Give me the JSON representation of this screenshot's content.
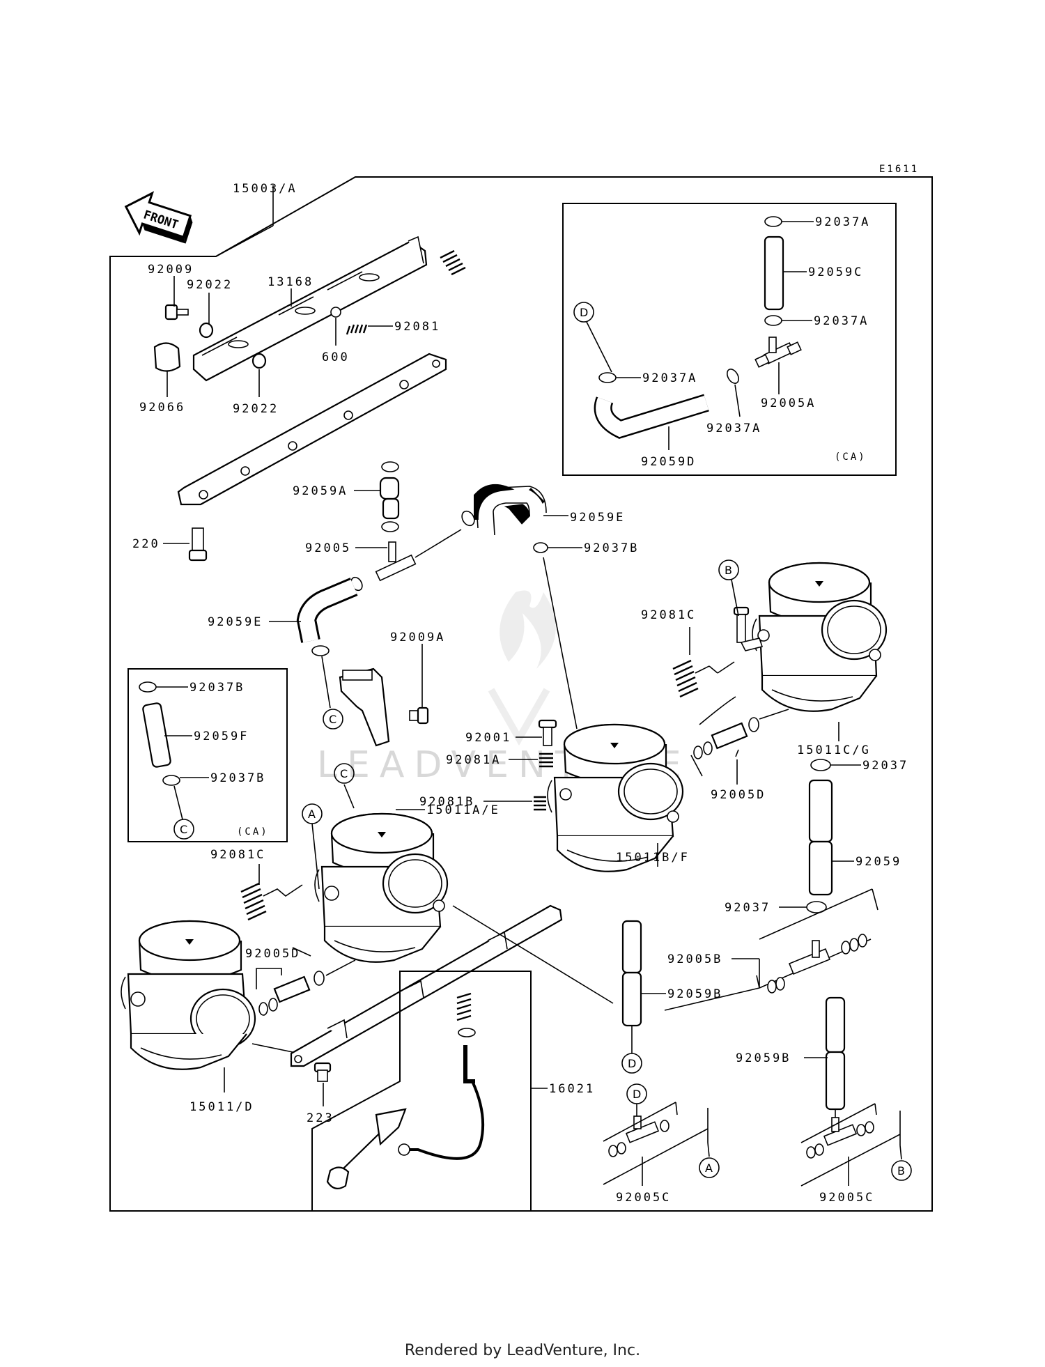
{
  "diagram_code": "E1611",
  "front_label": "FRONT",
  "watermark": "LEADVENTURE",
  "footer": "Rendered by LeadVenture, Inc.",
  "ca_label": "(CA)",
  "callouts": {
    "A": "A",
    "B": "B",
    "C": "C",
    "D": "D"
  },
  "parts": {
    "p15003A": "15003/A",
    "p13168": "13168",
    "p92009": "92009",
    "p92022_top": "92022",
    "p92081": "92081",
    "p600": "600",
    "p92066": "92066",
    "p92022_bot": "92022",
    "p220": "220",
    "p92059A": "92059A",
    "p92005": "92005",
    "p92059E_top": "92059E",
    "p92037B_top": "92037B",
    "p92059E_left": "92059E",
    "p92009A": "92009A",
    "p92081C_right": "92081C",
    "p92001": "92001",
    "p92081A": "92081A",
    "p92081B": "92081B",
    "p92037B_ca1": "92037B",
    "p92059F": "92059F",
    "p92037B_ca2": "92037B",
    "p15011AE": "15011A/E",
    "p15011BF": "15011B/F",
    "p15011CG": "15011C/G",
    "p92005D_right": "92005D",
    "p92037_1": "92037",
    "p92059": "92059",
    "p92037_2": "92037",
    "p92081C_left": "92081C",
    "p92005D_left": "92005D",
    "p92005B": "92005B",
    "p92059B_mid": "92059B",
    "p92059B_right": "92059B",
    "p15011D": "15011/D",
    "p223": "223",
    "p16021": "16021",
    "p92005C_mid": "92005C",
    "p92005C_right": "92005C",
    "p92037A_1": "92037A",
    "p92059C": "92059C",
    "p92037A_2": "92037A",
    "p92037A_3": "92037A",
    "p92005A": "92005A",
    "p92037A_4": "92037A",
    "p92059D": "92059D"
  }
}
